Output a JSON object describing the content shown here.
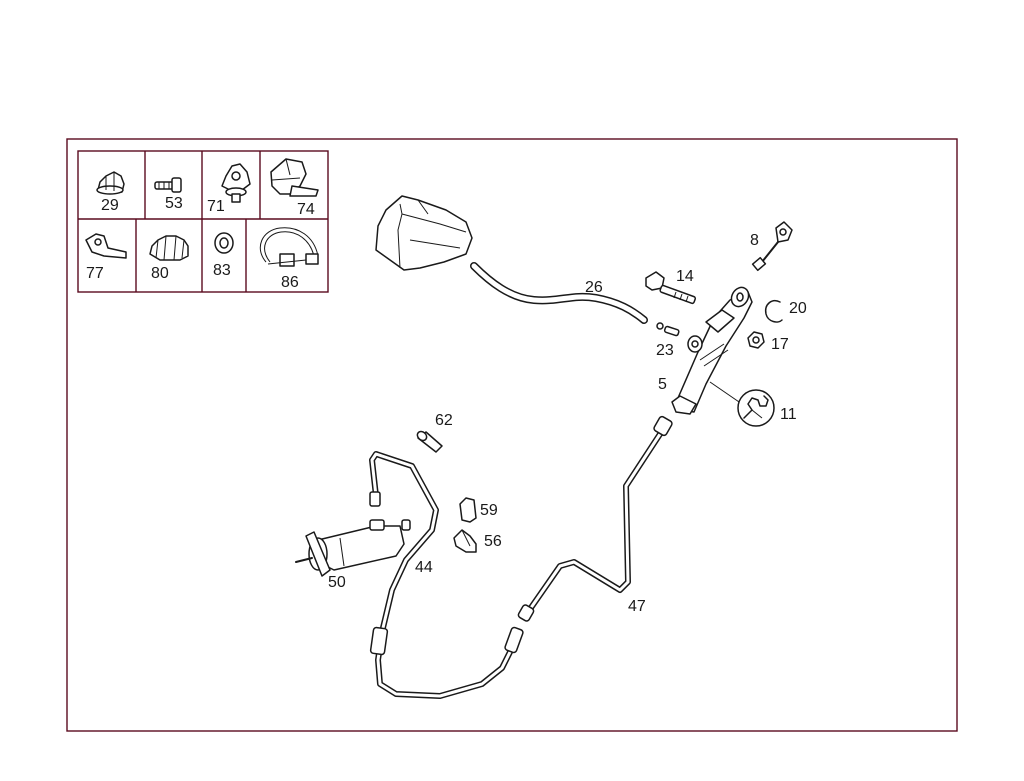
{
  "legend_labels": [
    "29",
    "53",
    "71",
    "74",
    "77",
    "80",
    "83",
    "86"
  ],
  "callouts": {
    "p26": "26",
    "p14": "14",
    "p8": "8",
    "p20": "20",
    "p17": "17",
    "p23": "23",
    "p5": "5",
    "p11": "11",
    "p62": "62",
    "p59": "59",
    "p56": "56",
    "p44": "44",
    "p50": "50",
    "p47": "47"
  },
  "colors": {
    "frame": "#5a0a1e",
    "ink": "#1a1a1a",
    "background": "#ffffff"
  }
}
